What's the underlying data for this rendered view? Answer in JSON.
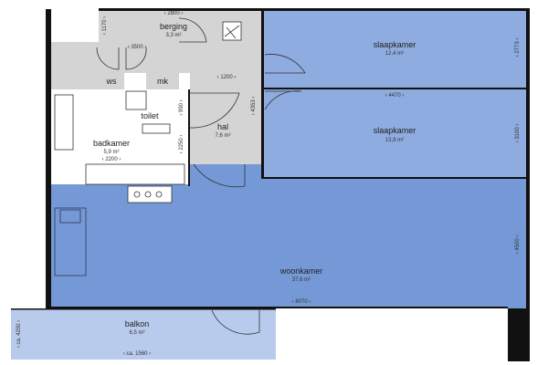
{
  "rooms": {
    "berging": {
      "label": "berging",
      "area": "3,3 m²"
    },
    "slaapkamer1": {
      "label": "slaapkamer",
      "area": "12,4 m²"
    },
    "slaapkamer2": {
      "label": "slaapkamer",
      "area": "13,9 m²"
    },
    "hal": {
      "label": "hal",
      "area": "7,6 m²"
    },
    "badkamer": {
      "label": "badkamer",
      "area": "5,9 m²"
    },
    "woonkamer": {
      "label": "woonkamer",
      "area": "37,6 m²"
    },
    "balkon": {
      "label": "balkon",
      "area": "6,5 m²"
    },
    "ws": {
      "label": "ws"
    },
    "mk": {
      "label": "mk"
    },
    "toilet": {
      "label": "toilet"
    }
  },
  "dimensions": {
    "berging_width": "‹ 2800 ›",
    "berging_depth": "‹ 1170 ›",
    "hall_width": "‹ 3500 ›",
    "hal_width": "‹ 1200 ›",
    "slaapkamer1_depth": "‹ 2773 ›",
    "slaapkamer_width": "‹ 4470 ›",
    "hal_depth": "‹ 4353 ›",
    "slaapkamer2_depth": "‹ 3100 ›",
    "toilet_depth": "‹ 990 ›",
    "bad_depth": "‹ 2250 ›",
    "badkamer_width": "‹ 2200 ›",
    "woonkamer_depth": "‹ 4500 ›",
    "woonkamer_width": "‹ 8070 ›",
    "balkon_depth": "‹ ca. 4200 ›",
    "balkon_width": "‹ ca. 1560 ›"
  },
  "colors": {
    "wall": "#111111",
    "room_blue": "#8eacdf",
    "woonkamer_blue": "#7599d6",
    "utility_grey": "#d4d4d4",
    "balkon_blue": "#b9cbed"
  }
}
